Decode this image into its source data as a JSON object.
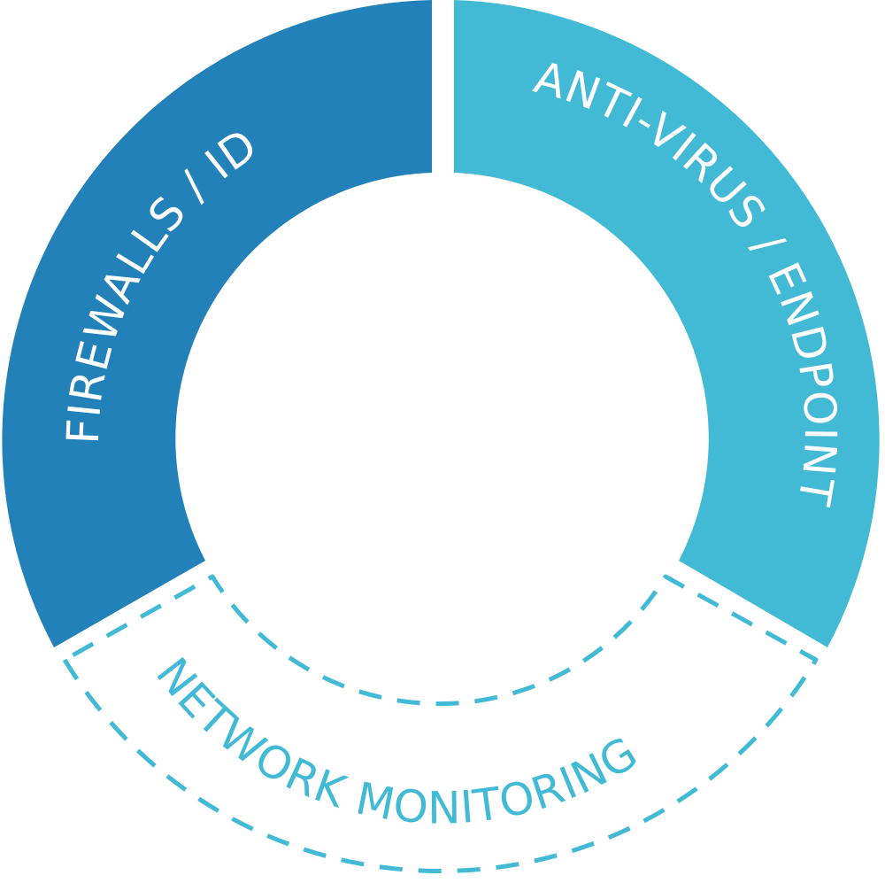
{
  "segments": [
    {
      "id": "firewalls",
      "label": "FIREWALLS / IDS",
      "color": "#2181b8",
      "text_color": "#ffffff",
      "style": "filled"
    },
    {
      "id": "antivirus",
      "label": "ANTI-VIRUS / ENDPOINT",
      "color": "#42bad5",
      "text_color": "#ffffff",
      "style": "filled"
    },
    {
      "id": "network",
      "label": "NETWORK MONITORING",
      "color": "#42bad5",
      "text_color": "#42bad5",
      "style": "dashed-outline"
    }
  ]
}
